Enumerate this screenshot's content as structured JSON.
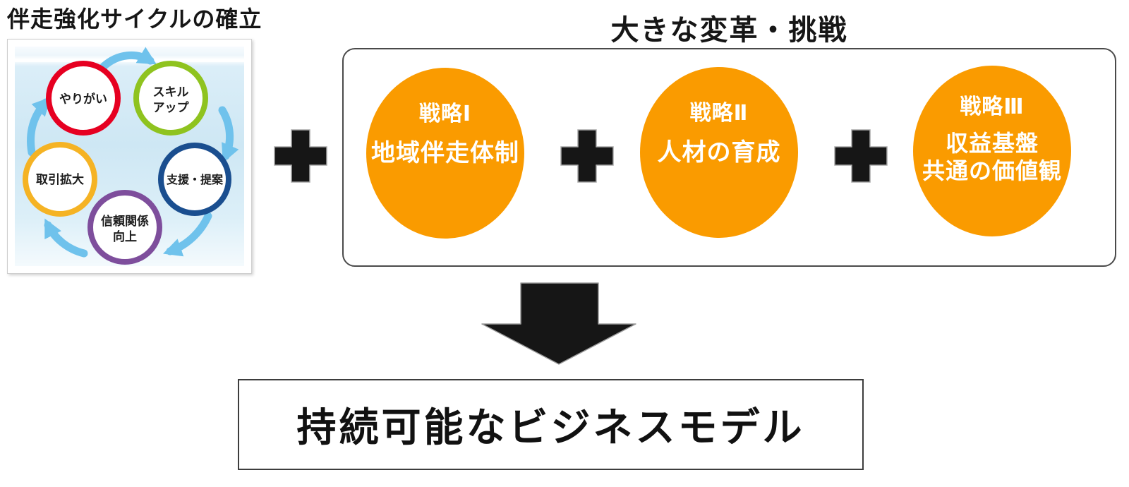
{
  "cycle_section": {
    "title": "伴走強化サイクルの確立",
    "arrow_color": "#6FC2EC",
    "nodes": [
      {
        "label": "やりがい",
        "color": "#E60021"
      },
      {
        "line1": "スキル",
        "line2": "アップ",
        "color": "#8FC31F"
      },
      {
        "label": "支援・提案",
        "color": "#1A4E8F"
      },
      {
        "line1": "信頼関係",
        "line2": "向上",
        "color": "#7E4E9C"
      },
      {
        "label": "取引拡大",
        "color": "#F5B324"
      }
    ]
  },
  "strategies_section": {
    "title": "大きな変革・挑戦",
    "circle_color": "#FA9B00",
    "items": [
      {
        "label": "戦略Ⅰ",
        "line1": "地域伴走体制"
      },
      {
        "label": "戦略Ⅱ",
        "line1": "人材の育成"
      },
      {
        "label": "戦略Ⅲ",
        "line1": "収益基盤",
        "line2": "共通の価値観"
      }
    ]
  },
  "result": {
    "label": "持続可能なビジネスモデル"
  },
  "icons": {
    "plus": "plus-icon",
    "down_arrow": "down-arrow-icon"
  },
  "colors": {
    "plus_and_arrow_fill": "#161616",
    "box_border": "#4A4A4A",
    "cycle_background_blue": "#CEE7F4"
  }
}
